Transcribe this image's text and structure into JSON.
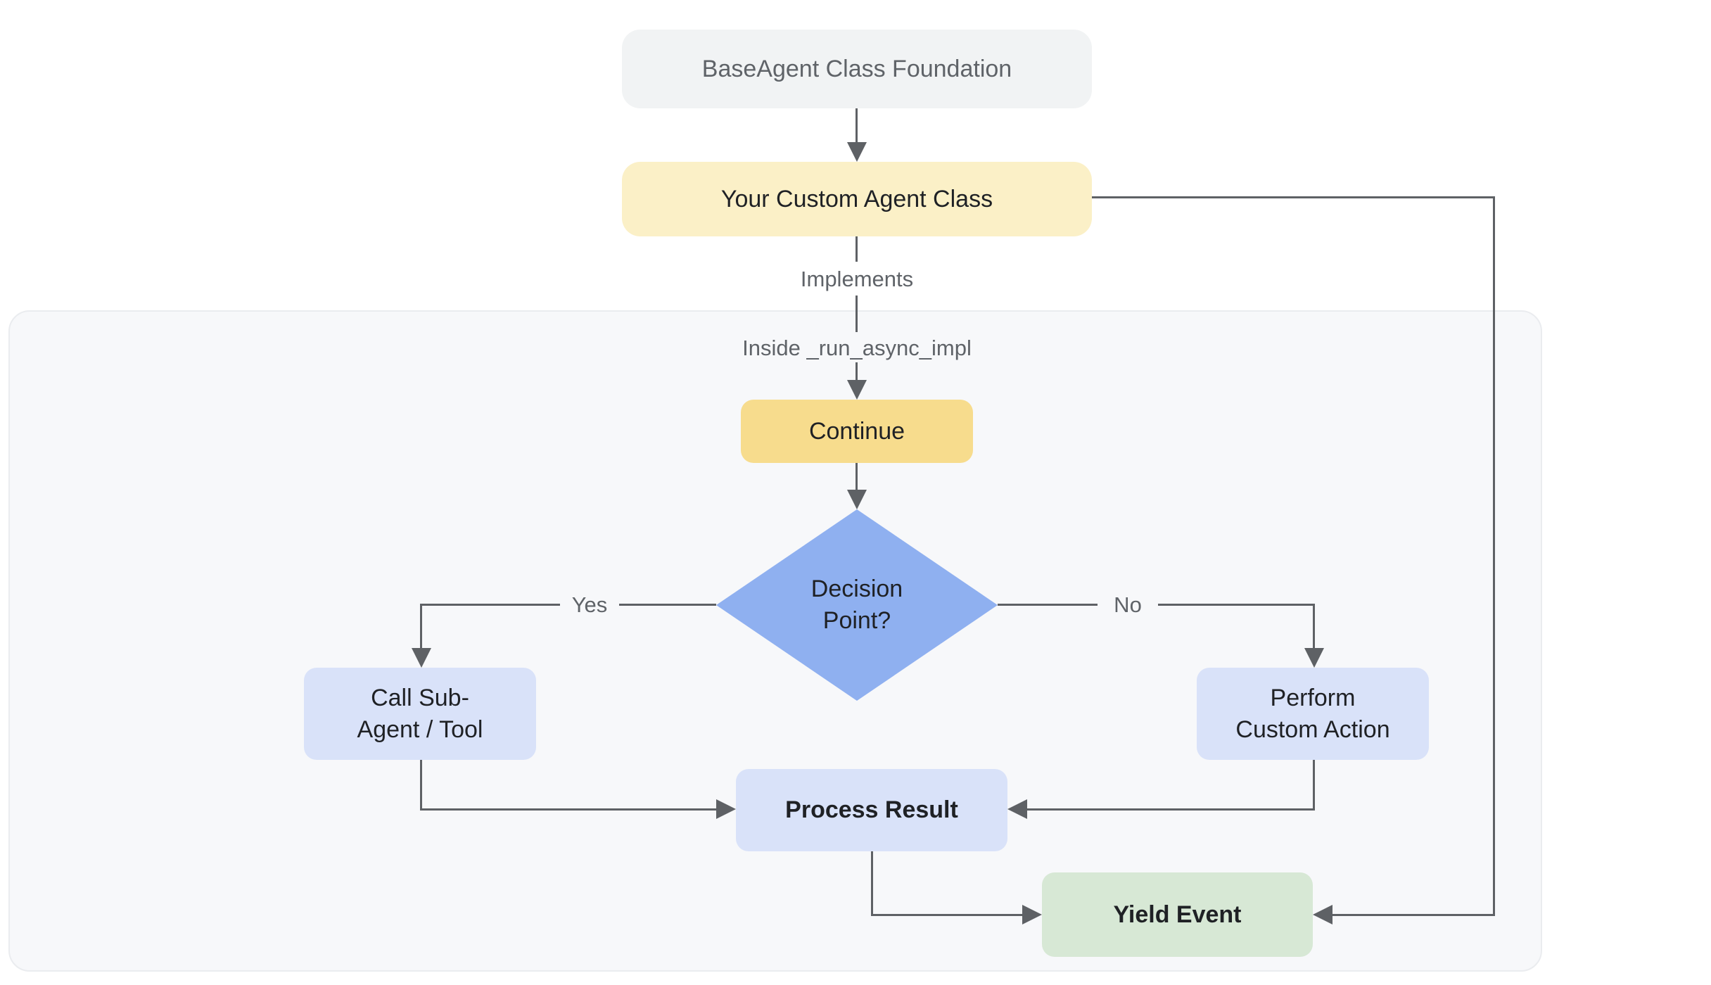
{
  "diagram": {
    "title_node": "BaseAgent Class Foundation",
    "nodes": {
      "base": {
        "label": "BaseAgent Class Foundation",
        "fill": "#F1F3F4",
        "text_color": "#5F6368"
      },
      "custom": {
        "label": "Your Custom Agent Class",
        "fill": "#FBF0C7",
        "text_color": "#1F2125"
      },
      "continue": {
        "label": "Continue",
        "fill": "#F7DC8D",
        "text_color": "#1F2125"
      },
      "decision": {
        "label": "Decision\nPoint?",
        "fill": "#8FB0F0",
        "text_color": "#1F2125"
      },
      "call_sub": {
        "label": "Call Sub-\nAgent / Tool",
        "fill": "#D9E2F9",
        "text_color": "#1F2125"
      },
      "perform": {
        "label": "Perform\nCustom Action",
        "fill": "#D9E2F9",
        "text_color": "#1F2125"
      },
      "process": {
        "label": "Process Result",
        "fill": "#D9E2F9",
        "text_color": "#1F2125"
      },
      "yield": {
        "label": "Yield Event",
        "fill": "#D7E8D5",
        "text_color": "#1F2125"
      }
    },
    "edge_labels": {
      "implements": "Implements",
      "inside_impl": "Inside _run_async_impl",
      "yes": "Yes",
      "no": "No"
    },
    "colors": {
      "edge": "#5E6165",
      "edge_label": "#5F6368",
      "subgraph_fill": "#F7F8FA",
      "subgraph_border": "#EAECEF",
      "canvas": "#FFFFFF"
    }
  }
}
